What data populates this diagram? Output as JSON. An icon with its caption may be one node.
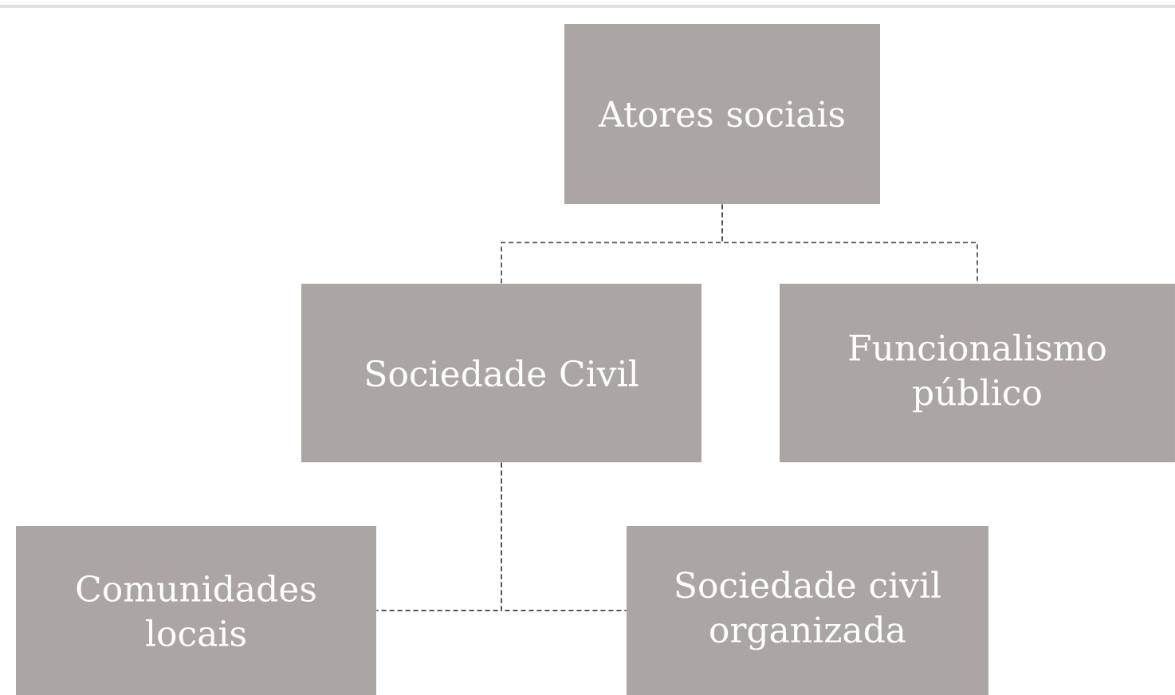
{
  "diagram": {
    "nodes": [
      {
        "text": [
          "Atores sociais"
        ]
      },
      {
        "text": [
          "Sociedade Civil"
        ]
      },
      {
        "text": [
          "Funcionalismo público"
        ]
      },
      {
        "text": [
          "Comunidades locais"
        ]
      },
      {
        "text": [
          "Sociedade civil organizada"
        ]
      }
    ],
    "edges": [
      {
        "from": 0,
        "to": 1,
        "arrow": "none",
        "style": "dashed"
      },
      {
        "from": 0,
        "to": 2,
        "arrow": "none",
        "style": "dashed"
      },
      {
        "from": 1,
        "to": 3,
        "arrow": "none",
        "style": "dashed"
      },
      {
        "from": 1,
        "to": 4,
        "arrow": "none",
        "style": "dashed"
      }
    ]
  }
}
